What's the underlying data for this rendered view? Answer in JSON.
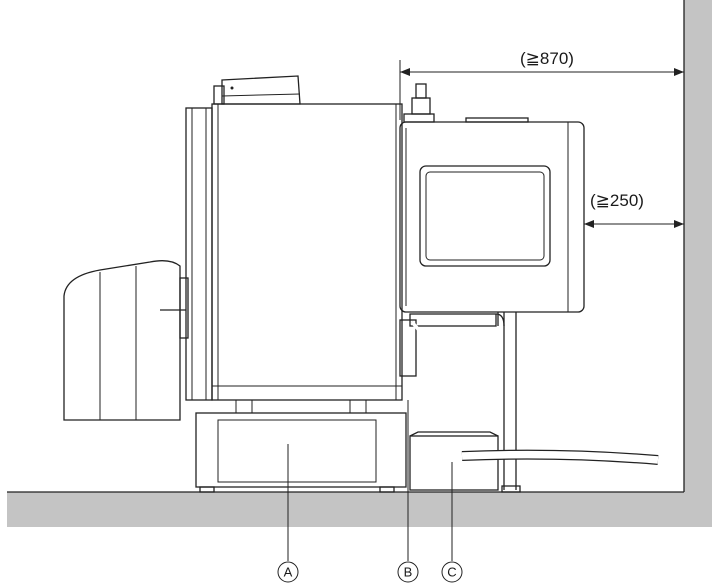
{
  "dimensions": {
    "depth_clearance": "(≧870)",
    "side_clearance": "(≧250)"
  },
  "callouts": {
    "a": "A",
    "b": "B",
    "c": "C"
  },
  "colors": {
    "floor_wall": "#c4c4c4",
    "line": "#222222"
  }
}
